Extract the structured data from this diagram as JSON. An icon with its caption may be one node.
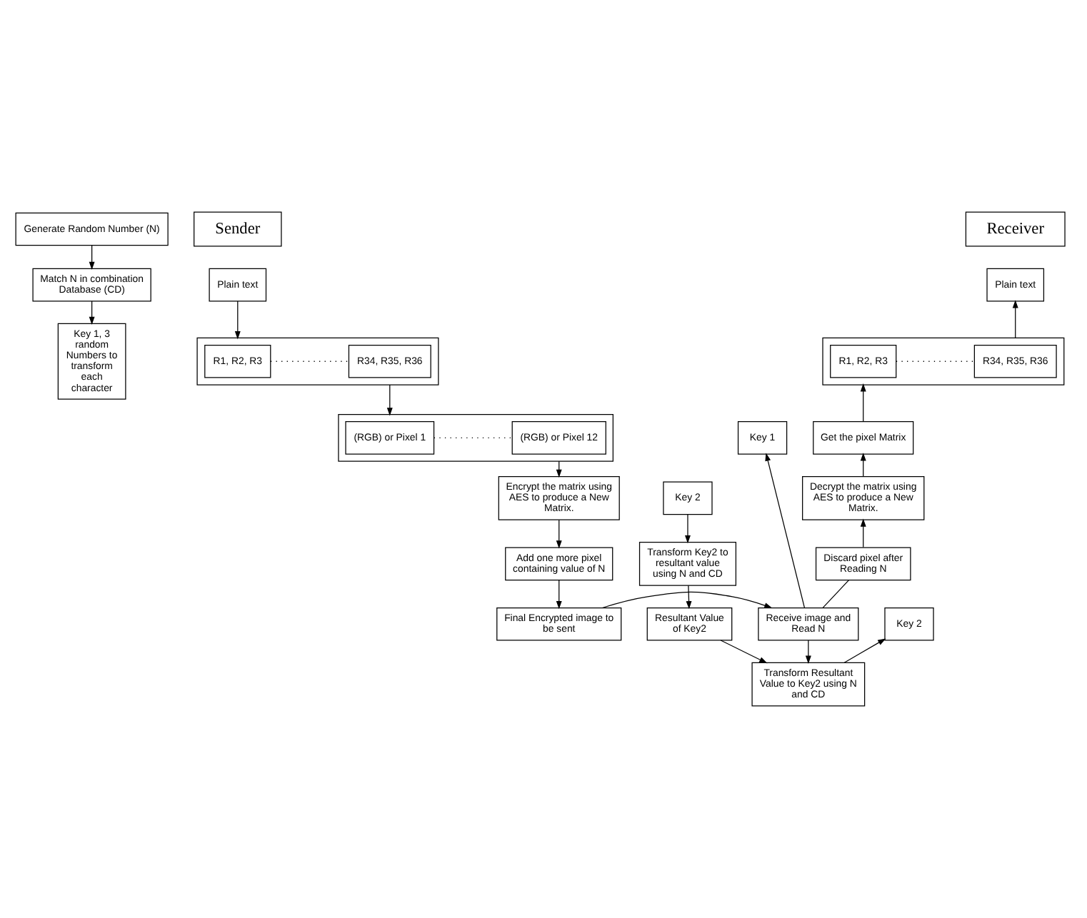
{
  "diagram": {
    "nodes": [
      {
        "text": [
          "Generate Random Number (N)"
        ]
      },
      {
        "text": [
          "Match N in combination Database (CD)"
        ]
      },
      {
        "text": [
          "Key 1, 3 random Numbers to transform each character"
        ]
      },
      {
        "text": [
          "Sender"
        ]
      },
      {
        "text": [
          "Plain text"
        ]
      },
      {
        "text": [],
        "shape": "box"
      },
      {
        "text": [
          "R1, R2, R3"
        ],
        "in": 5
      },
      {
        "text": [
          "R34, R35, R36"
        ],
        "in": 5
      },
      {
        "text": [],
        "shape": "box"
      },
      {
        "text": [
          "(RGB) or Pixel 1"
        ],
        "in": 8
      },
      {
        "text": [
          "(RGB) or Pixel 12"
        ],
        "in": 8
      },
      {
        "text": [
          "Encrypt the matrix using AES to produce a New Matrix."
        ]
      },
      {
        "text": [
          "Key 2"
        ]
      },
      {
        "text": [
          "Add one more pixel containing value of N"
        ]
      },
      {
        "text": [
          "Transform Key2 to resultant value using N and CD"
        ]
      },
      {
        "text": [
          "Final Encrypted image to be sent"
        ]
      },
      {
        "text": [
          "Resultant Value of Key2"
        ]
      },
      {
        "text": [
          "Receiver"
        ]
      },
      {
        "text": [
          "Plain text"
        ]
      },
      {
        "text": [],
        "shape": "box"
      },
      {
        "text": [
          "R1, R2, R3"
        ],
        "in": 19
      },
      {
        "text": [
          "R34, R35, R36"
        ],
        "in": 19
      },
      {
        "text": [
          "Key 1"
        ]
      },
      {
        "text": [
          "Get the pixel Matrix"
        ]
      },
      {
        "text": [
          "Decrypt the matrix using AES to produce a New Matrix."
        ]
      },
      {
        "text": [
          "Key 2"
        ]
      },
      {
        "text": [
          "Discard pixel after Reading N"
        ]
      },
      {
        "text": [
          "Receive image and Read N"
        ]
      },
      {
        "text": [
          "Transform Resultant Value to Key2 using N and CD"
        ]
      }
    ],
    "edges": [
      {
        "from": 0,
        "to": 1,
        "arrow": "to"
      },
      {
        "from": 1,
        "to": 2,
        "arrow": "to"
      },
      {
        "from": 4,
        "to": 5,
        "arrow": "to"
      },
      {
        "from": 6,
        "to": 7,
        "arrow": "none",
        "style": "dashed"
      },
      {
        "from": 5,
        "to": 8,
        "arrow": "to"
      },
      {
        "from": 9,
        "to": 10,
        "arrow": "none",
        "style": "dashed"
      },
      {
        "from": 8,
        "to": 11,
        "arrow": "to"
      },
      {
        "from": 11,
        "to": 13,
        "arrow": "to"
      },
      {
        "from": 13,
        "to": 15,
        "arrow": "to"
      },
      {
        "from": 12,
        "to": 14,
        "arrow": "to"
      },
      {
        "from": 14,
        "to": 16,
        "arrow": "to"
      },
      {
        "from": 15,
        "to": 27,
        "arrow": "to"
      },
      {
        "from": 16,
        "to": 28,
        "arrow": "to"
      },
      {
        "from": 27,
        "to": 28,
        "arrow": "to"
      },
      {
        "from": 27,
        "to": 22,
        "arrow": "to"
      },
      {
        "from": 28,
        "to": 25,
        "arrow": "to"
      },
      {
        "from": 27,
        "to": 26,
        "arrow": "none"
      },
      {
        "from": 26,
        "to": 24,
        "arrow": "to"
      },
      {
        "from": 24,
        "to": 23,
        "arrow": "to"
      },
      {
        "from": 23,
        "to": 19,
        "arrow": "to"
      },
      {
        "from": 20,
        "to": 21,
        "arrow": "none",
        "style": "dashed"
      },
      {
        "from": 19,
        "to": 18,
        "arrow": "to"
      }
    ]
  }
}
